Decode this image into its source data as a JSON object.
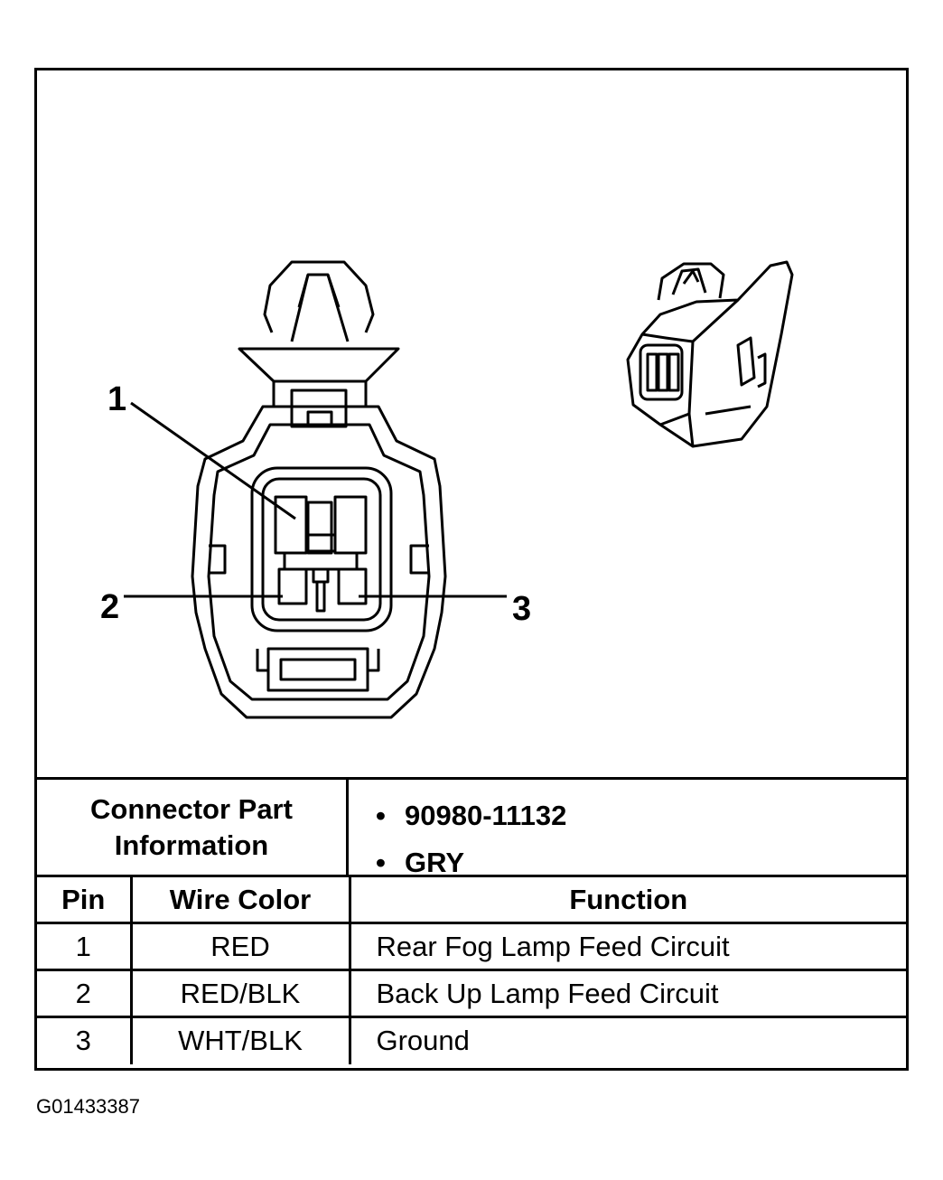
{
  "callouts": {
    "pin1": "1",
    "pin2": "2",
    "pin3": "3"
  },
  "connector_info": {
    "label_line1": "Connector Part",
    "label_line2": "Information",
    "part_number": "90980-11132",
    "color": "GRY"
  },
  "pin_table": {
    "headers": {
      "pin": "Pin",
      "wire_color": "Wire Color",
      "function": "Function"
    },
    "rows": [
      {
        "pin": "1",
        "wire_color": "RED",
        "function": "Rear Fog Lamp Feed Circuit"
      },
      {
        "pin": "2",
        "wire_color": "RED/BLK",
        "function": "Back Up Lamp Feed Circuit"
      },
      {
        "pin": "3",
        "wire_color": "WHT/BLK",
        "function": "Ground"
      }
    ]
  },
  "figure_id": "G01433387"
}
